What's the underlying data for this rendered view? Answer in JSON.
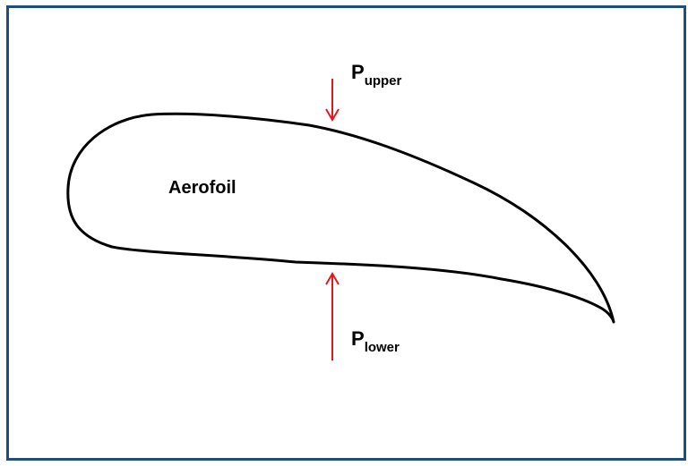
{
  "labels": {
    "aerofoil": "Aerofoil",
    "upper_pressure_symbol": "P",
    "upper_pressure_subscript": "upper",
    "lower_pressure_symbol": "P",
    "lower_pressure_subscript": "lower"
  },
  "colors": {
    "frame": "#1f4e79",
    "outline": "#000000",
    "arrow": "#e0191e"
  }
}
